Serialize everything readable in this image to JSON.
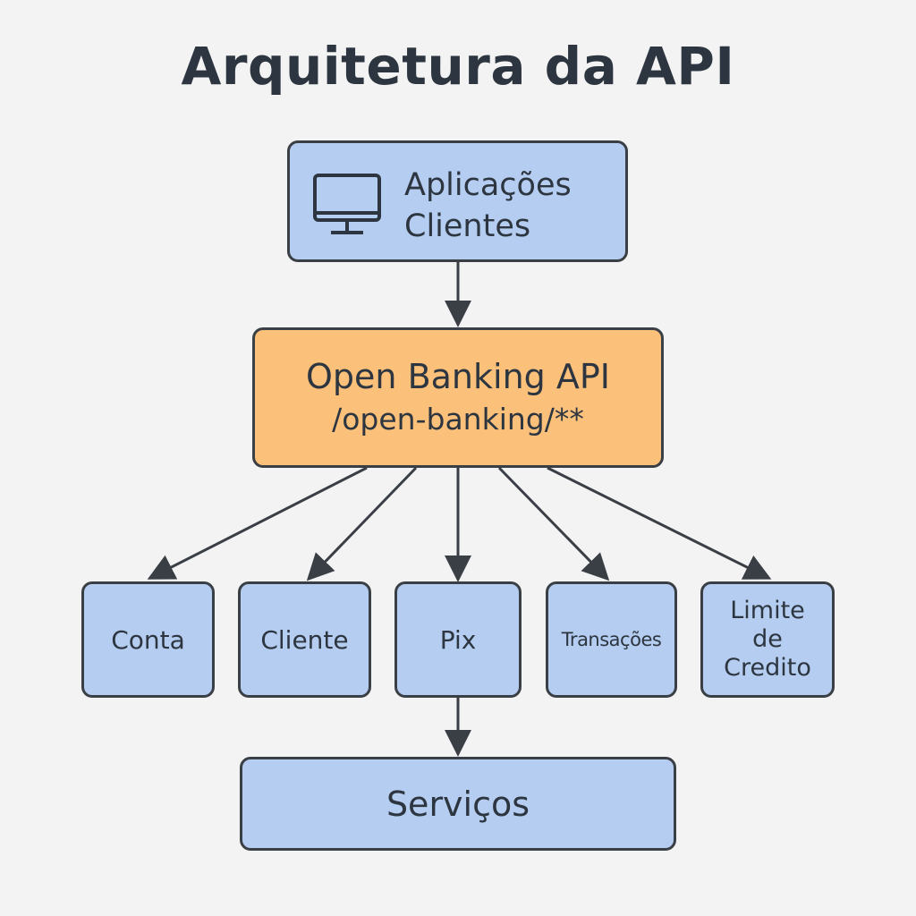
{
  "title": "Arquitetura da API",
  "nodes": {
    "clients": {
      "line1": "Aplicações",
      "line2": "Clientes",
      "icon": "monitor-icon"
    },
    "api": {
      "title": "Open Banking API",
      "path": "/open-banking/**"
    },
    "conta": "Conta",
    "cliente": "Cliente",
    "pix": "Pix",
    "transacoes": "Transações",
    "limite": "Limite\nde\nCredito",
    "servicos": "Serviços"
  },
  "edges": [
    {
      "from": "Aplicações Clientes",
      "to": "Open Banking API"
    },
    {
      "from": "Open Banking API",
      "to": "Conta"
    },
    {
      "from": "Open Banking API",
      "to": "Cliente"
    },
    {
      "from": "Open Banking API",
      "to": "Pix"
    },
    {
      "from": "Open Banking API",
      "to": "Transações"
    },
    {
      "from": "Open Banking API",
      "to": "Limite de Credito"
    },
    {
      "from": "Pix",
      "to": "Serviços"
    }
  ],
  "colors": {
    "service_box": "#b4cdf0",
    "api_box": "#fbc07a",
    "border": "#3a3f46",
    "text": "#2d3640",
    "background": "#f3f3f3"
  }
}
